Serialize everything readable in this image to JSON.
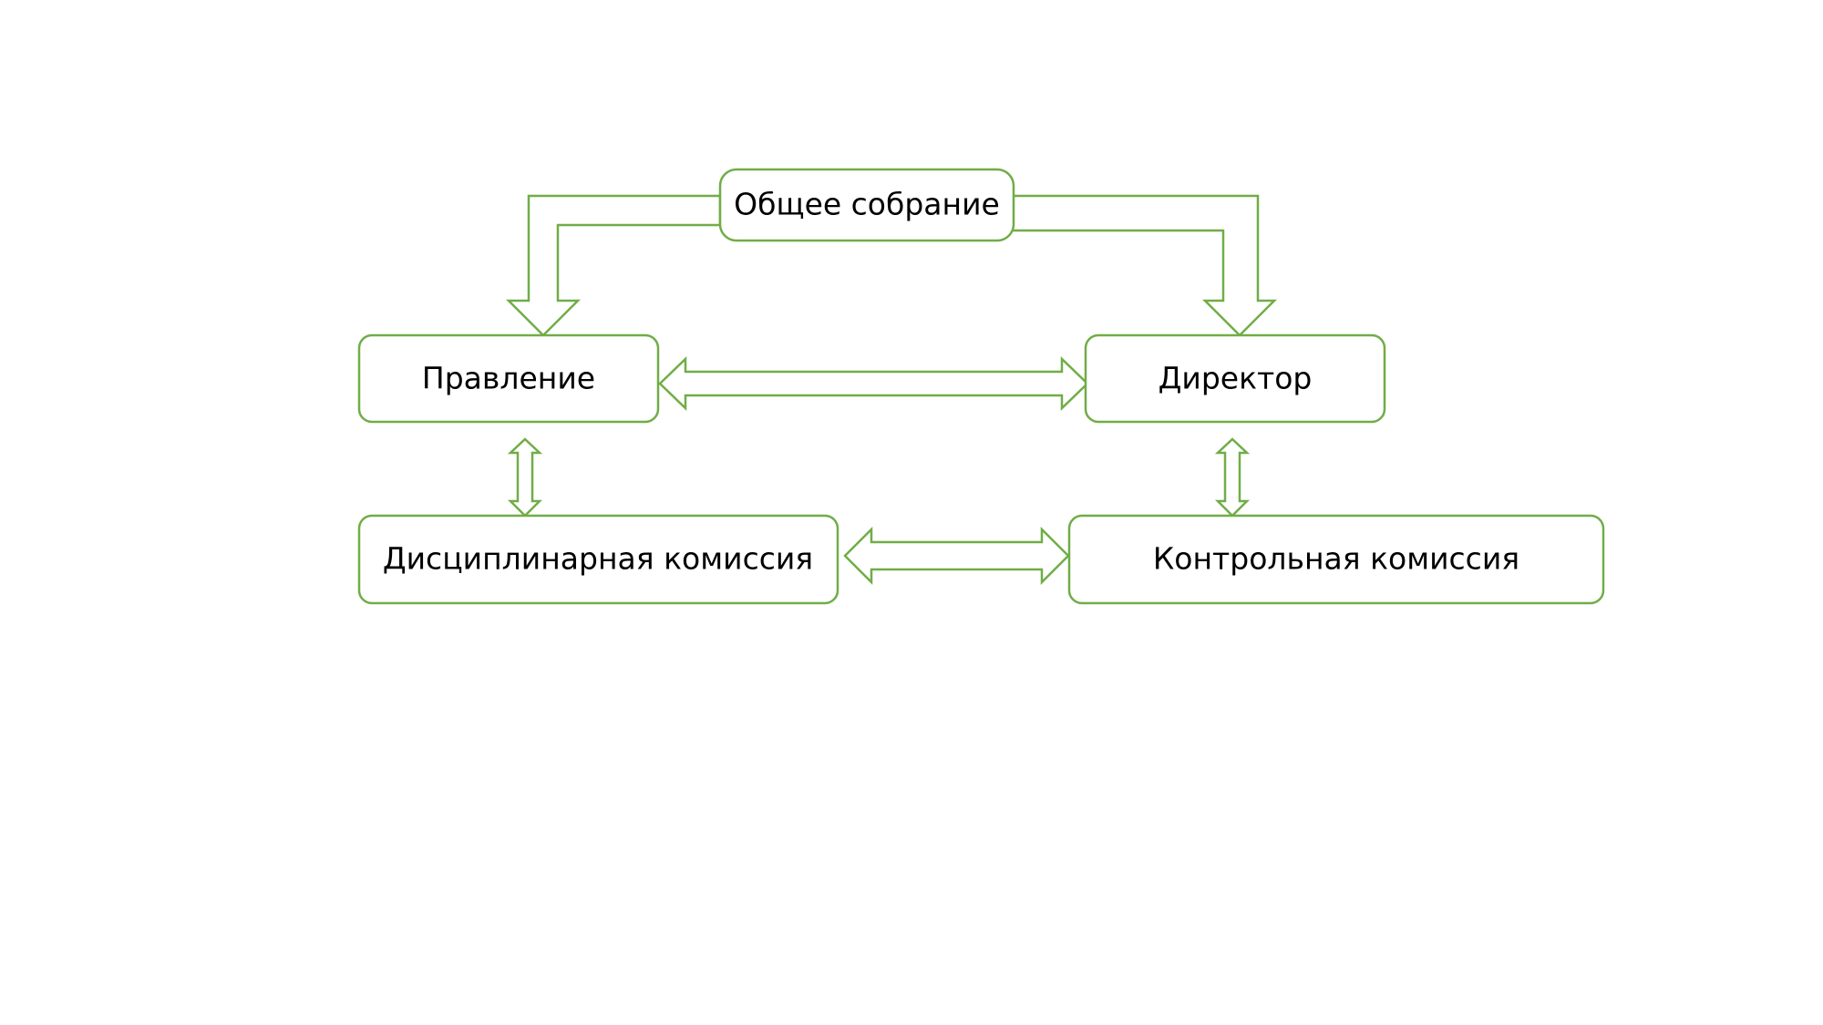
{
  "colors": {
    "outline": "#70ad47",
    "fill": "#ffffff",
    "text": "#000000",
    "background": "#ffffff"
  },
  "nodes": {
    "general_meeting": "Общее собрание",
    "board": "Правление",
    "director": "Директор",
    "disciplinary_commission": "Дисциплинарная комиссия",
    "audit_commission": "Контрольная комиссия"
  },
  "connections": [
    {
      "from": "general_meeting",
      "to": "board",
      "type": "bent-arrow"
    },
    {
      "from": "general_meeting",
      "to": "director",
      "type": "bent-arrow"
    },
    {
      "from": "board",
      "to": "director",
      "type": "double-arrow"
    },
    {
      "from": "board",
      "to": "disciplinary_commission",
      "type": "double-arrow"
    },
    {
      "from": "director",
      "to": "audit_commission",
      "type": "double-arrow"
    },
    {
      "from": "disciplinary_commission",
      "to": "audit_commission",
      "type": "double-arrow"
    }
  ]
}
